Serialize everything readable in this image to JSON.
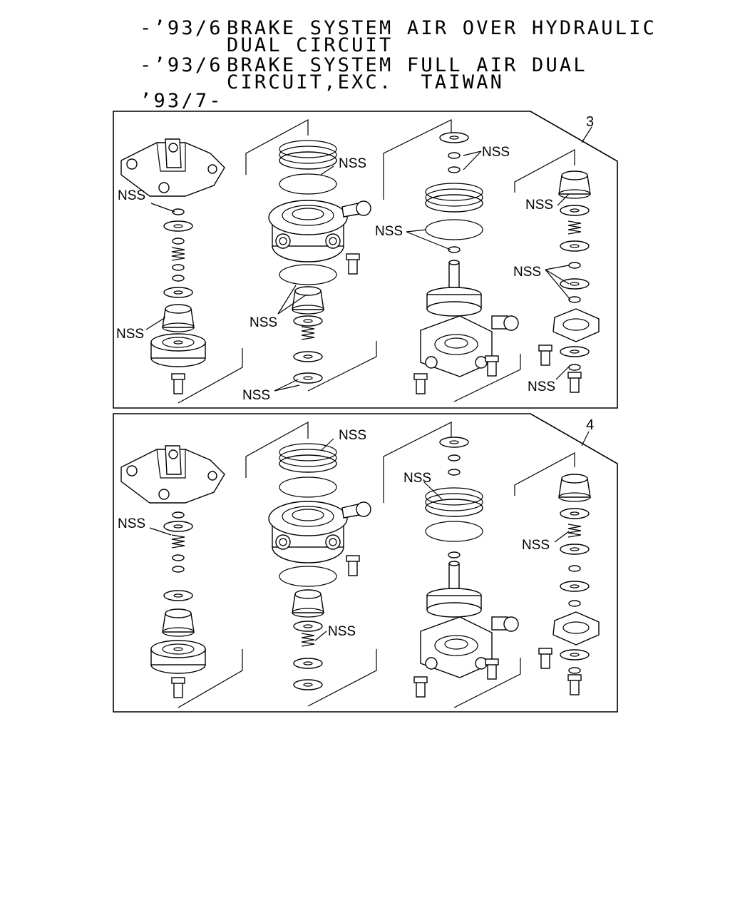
{
  "header": {
    "line1_prefix": "-’93/6",
    "line1_text": "BRAKE SYSTEM AIR OVER HYDRAULIC",
    "line2_text": "DUAL CIRCUIT",
    "line3_prefix": "-’93/6",
    "line3_text": "BRAKE SYSTEM FULL AIR DUAL",
    "line4_text": "CIRCUIT,EXC.  TAIWAN",
    "line5_text": "’93/7-"
  },
  "panels": [
    {
      "number": "3",
      "labels": [
        "NSS",
        "NSS",
        "NSS",
        "NSS",
        "NSS",
        "NSS",
        "NSS",
        "NSS",
        "NSS",
        "NSS"
      ]
    },
    {
      "number": "4",
      "labels": [
        "NSS",
        "NSS",
        "NSS",
        "NSS",
        "NSS"
      ]
    }
  ]
}
